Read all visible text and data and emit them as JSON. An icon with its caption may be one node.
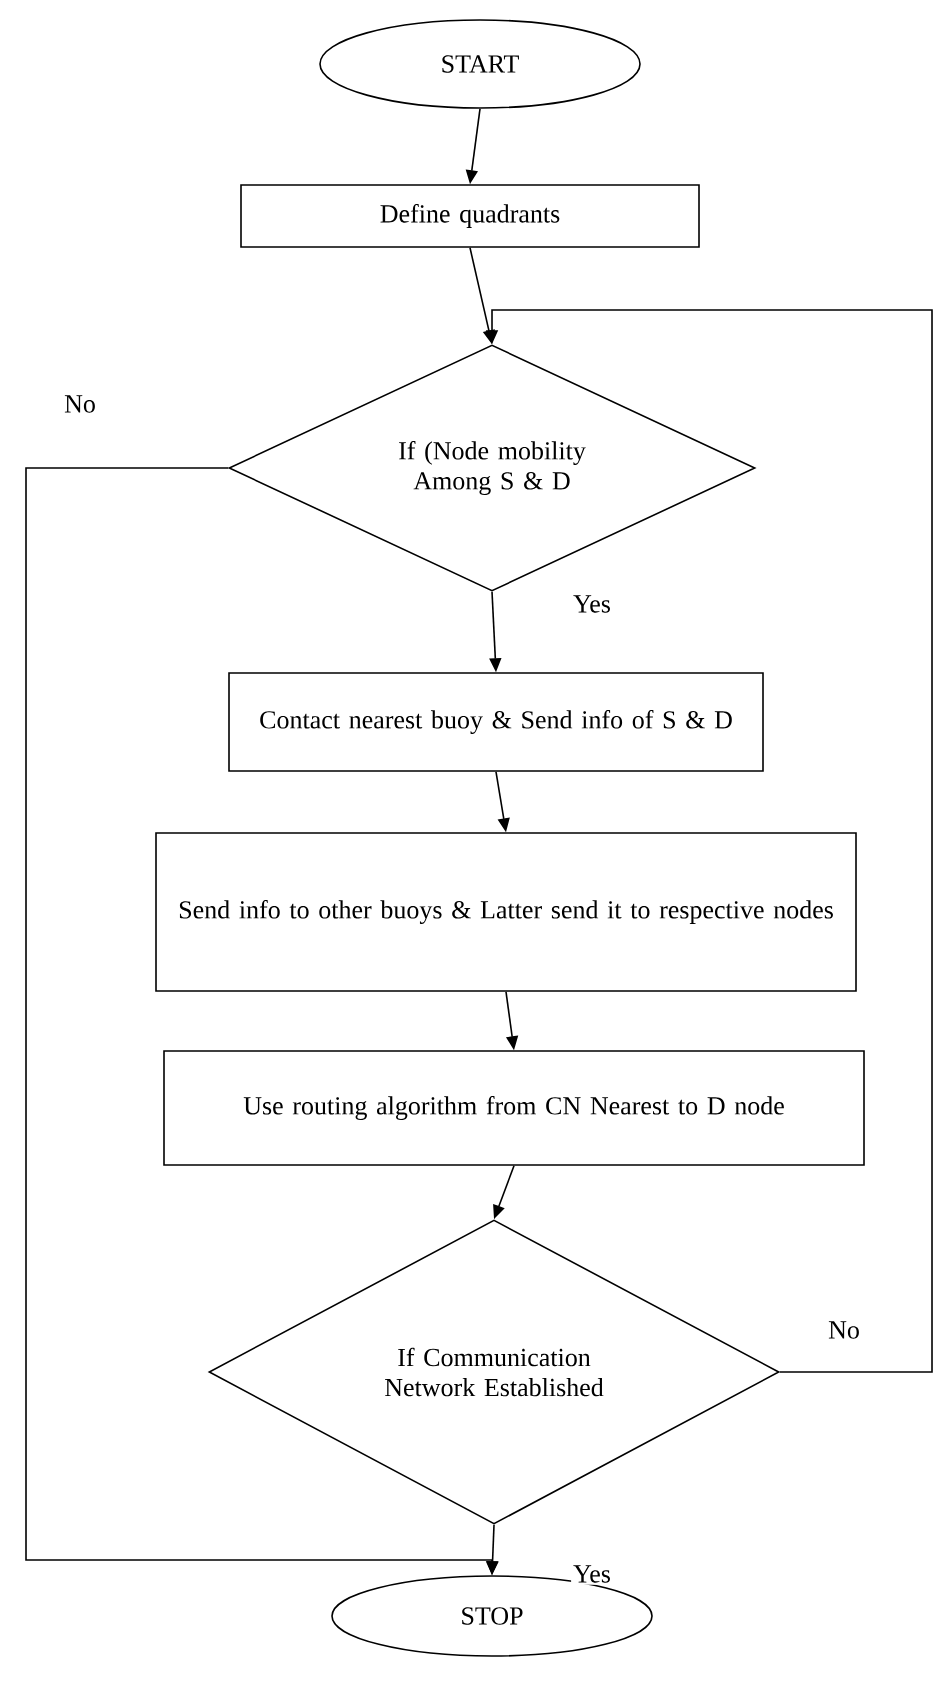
{
  "diagram": {
    "nodes": [
      {
        "text": [
          "START"
        ]
      },
      {
        "text": [
          "Define quadrants"
        ]
      },
      {
        "text": [
          "If (Node mobility Among S & D"
        ]
      },
      {
        "text": [
          "Contact nearest buoy & Send info of S & D"
        ]
      },
      {
        "text": [
          "Send info to other buoys & Latter send it to respective nodes"
        ]
      },
      {
        "text": [
          "Use routing algorithm from CN Nearest to D node"
        ]
      },
      {
        "text": [
          "If Communication Network Established"
        ]
      },
      {
        "text": [
          "STOP"
        ]
      }
    ],
    "edges": [
      {
        "from": 0,
        "to": 1,
        "arrow": "to"
      },
      {
        "from": 1,
        "to": 2,
        "arrow": "to"
      },
      {
        "from": 2,
        "to": 3,
        "arrow": "to",
        "label": "Yes"
      },
      {
        "from": 3,
        "to": 4,
        "arrow": "to"
      },
      {
        "from": 4,
        "to": 5,
        "arrow": "to"
      },
      {
        "from": 5,
        "to": 6,
        "arrow": "to"
      },
      {
        "from": 6,
        "to": 7,
        "arrow": "to",
        "label": "Yes"
      },
      {
        "from": 2,
        "to": 7,
        "arrow": "to",
        "label": "No"
      },
      {
        "from": 6,
        "to": 2,
        "arrow": "to",
        "label": "No"
      }
    ]
  }
}
